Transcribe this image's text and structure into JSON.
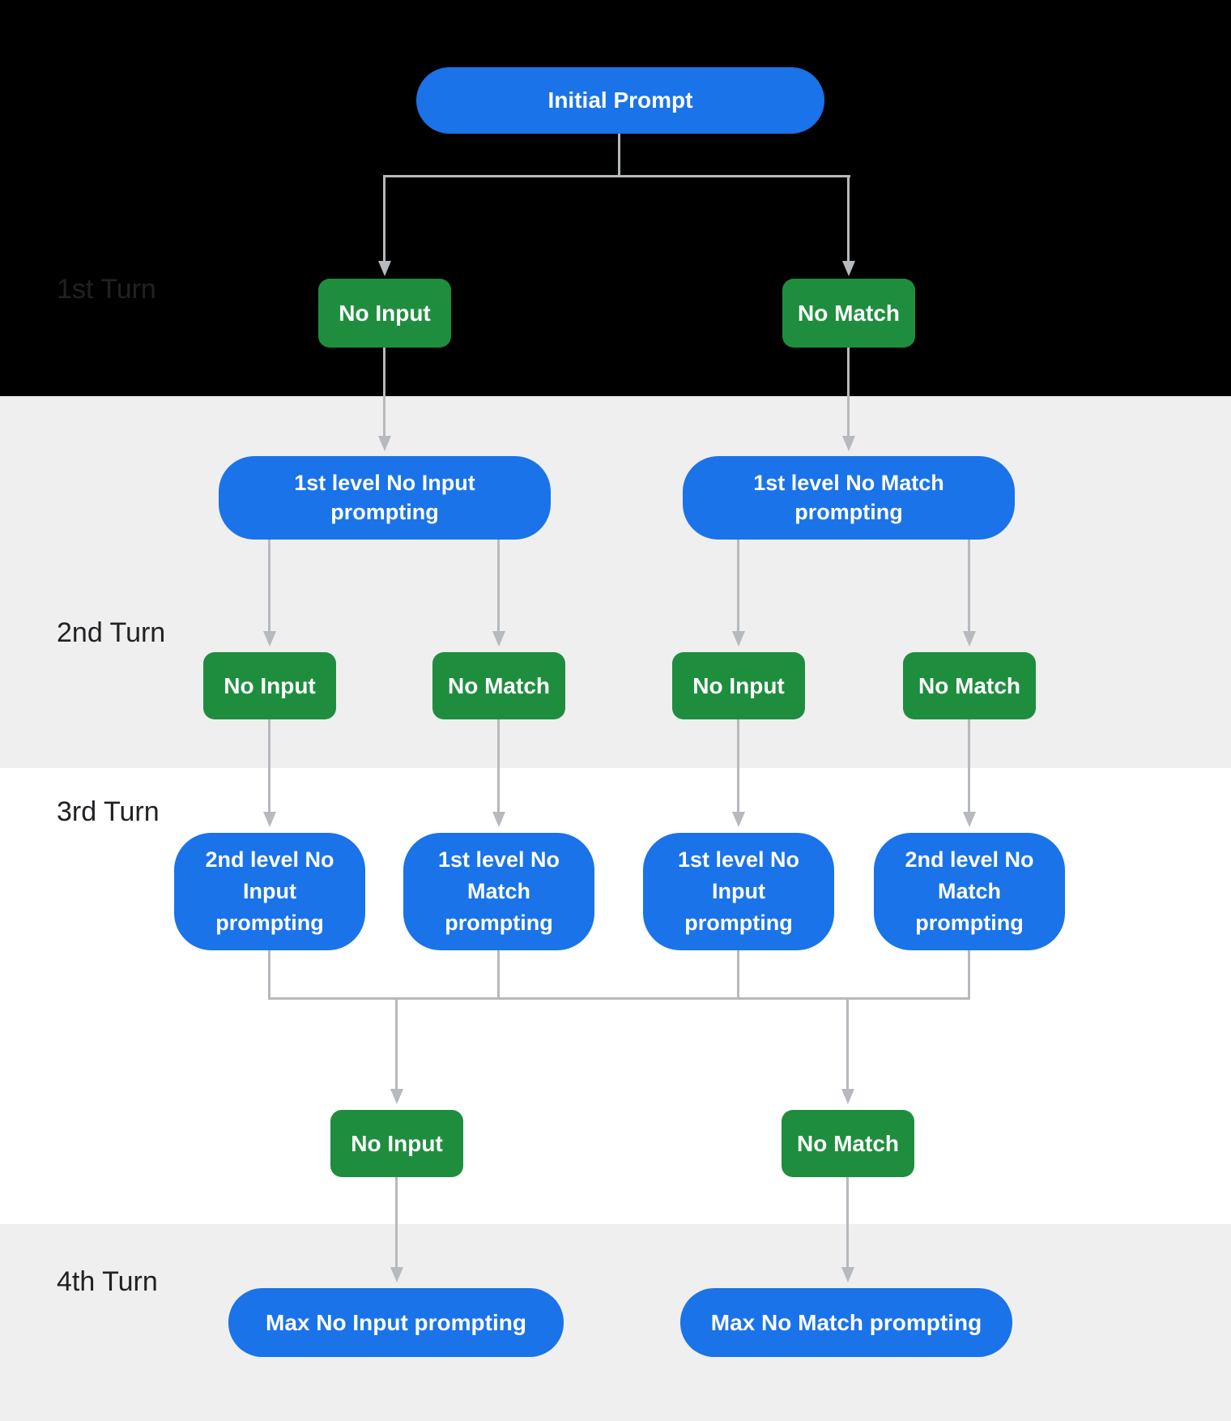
{
  "colors": {
    "prompt_blue": "#1a73e8",
    "event_green": "#1e8e3e",
    "connector_gray": "#b6b9bd",
    "band_black": "#000000",
    "band_gray": "#efefef",
    "band_white": "#ffffff",
    "label_dark": "#202124"
  },
  "turns": {
    "turn1": {
      "label": "1st Turn",
      "initial_prompt": "Initial Prompt",
      "no_input": "No Input",
      "no_match": "No Match"
    },
    "turn2": {
      "label": "2nd Turn",
      "prompts": [
        "1st level No Input prompting",
        "1st level No Match prompting"
      ],
      "events": [
        "No Input",
        "No Match",
        "No Input",
        "No Match"
      ]
    },
    "turn3": {
      "label": "3rd Turn",
      "prompts": [
        "2nd level No Input prompting",
        "1st level No Match prompting",
        "1st level No Input prompting",
        "2nd level No Match prompting"
      ],
      "events": [
        "No Input",
        "No Match"
      ]
    },
    "turn4": {
      "label": "4th Turn",
      "prompts": [
        "Max No Input prompting",
        "Max No Match prompting"
      ]
    }
  }
}
